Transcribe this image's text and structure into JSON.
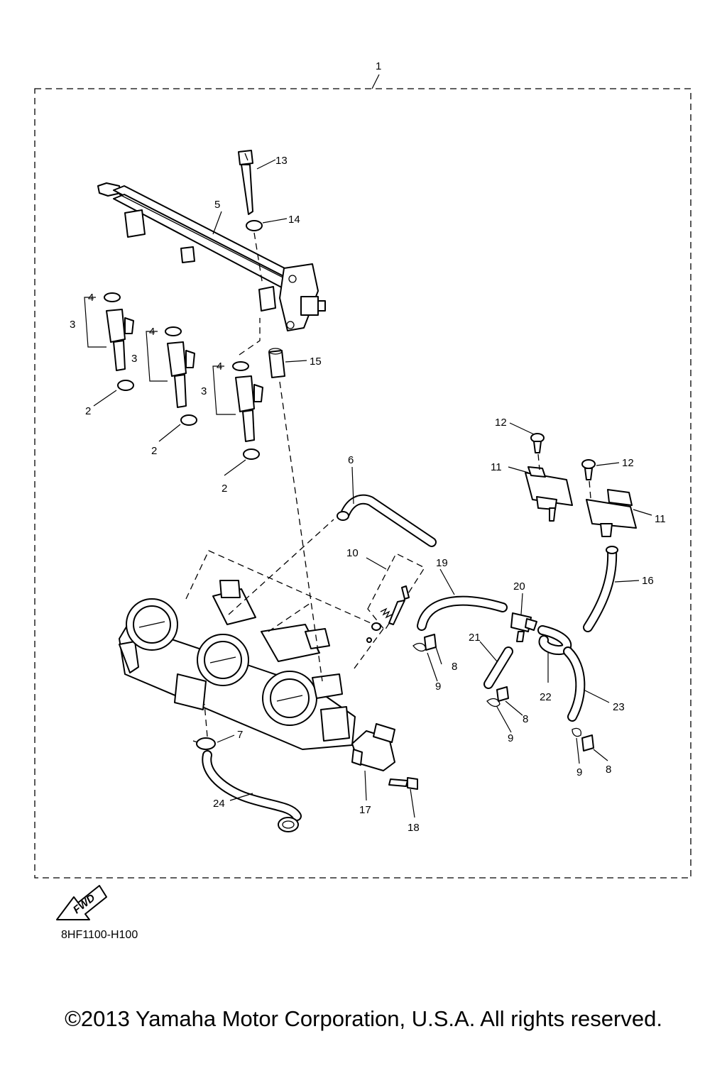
{
  "diagram": {
    "code": "8HF1100-H100",
    "fwd_label": "FWD",
    "copyright": "©2013 Yamaha Motor Corporation, U.S.A. All rights reserved.",
    "callouts": [
      "1",
      "2",
      "2",
      "2",
      "3",
      "3",
      "3",
      "4",
      "4",
      "4",
      "5",
      "6",
      "7",
      "8",
      "8",
      "8",
      "9",
      "9",
      "9",
      "10",
      "11",
      "11",
      "12",
      "12",
      "13",
      "14",
      "15",
      "16",
      "17",
      "18",
      "19",
      "20",
      "21",
      "22",
      "23",
      "24"
    ]
  }
}
